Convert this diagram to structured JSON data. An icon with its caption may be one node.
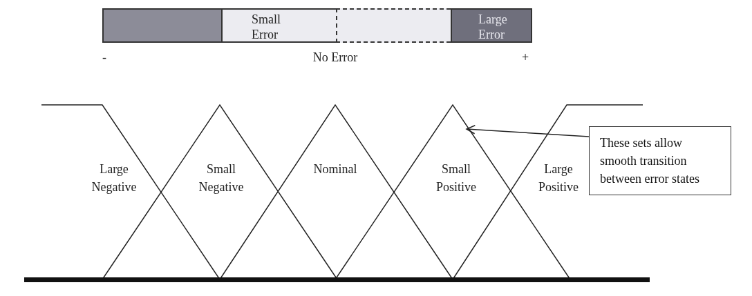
{
  "diagram": {
    "nodes": [
      {
        "text": [],
        "shape": "box"
      },
      {
        "text": [
          "Small Error"
        ]
      },
      {
        "text": [],
        "shape": "box"
      },
      {
        "text": [
          "Large Error"
        ]
      },
      {
        "text": [
          "These sets allow smooth transition between error states"
        ]
      },
      {
        "text": [],
        "shape": "triangle"
      }
    ],
    "edges": [
      {
        "from": 4,
        "to": 5,
        "arrow": "to"
      }
    ],
    "labels": [
      "-",
      "No Error",
      "+",
      "Large Negative",
      "Small Negative",
      "Nominal",
      "Small Positive",
      "Large Positive"
    ]
  }
}
